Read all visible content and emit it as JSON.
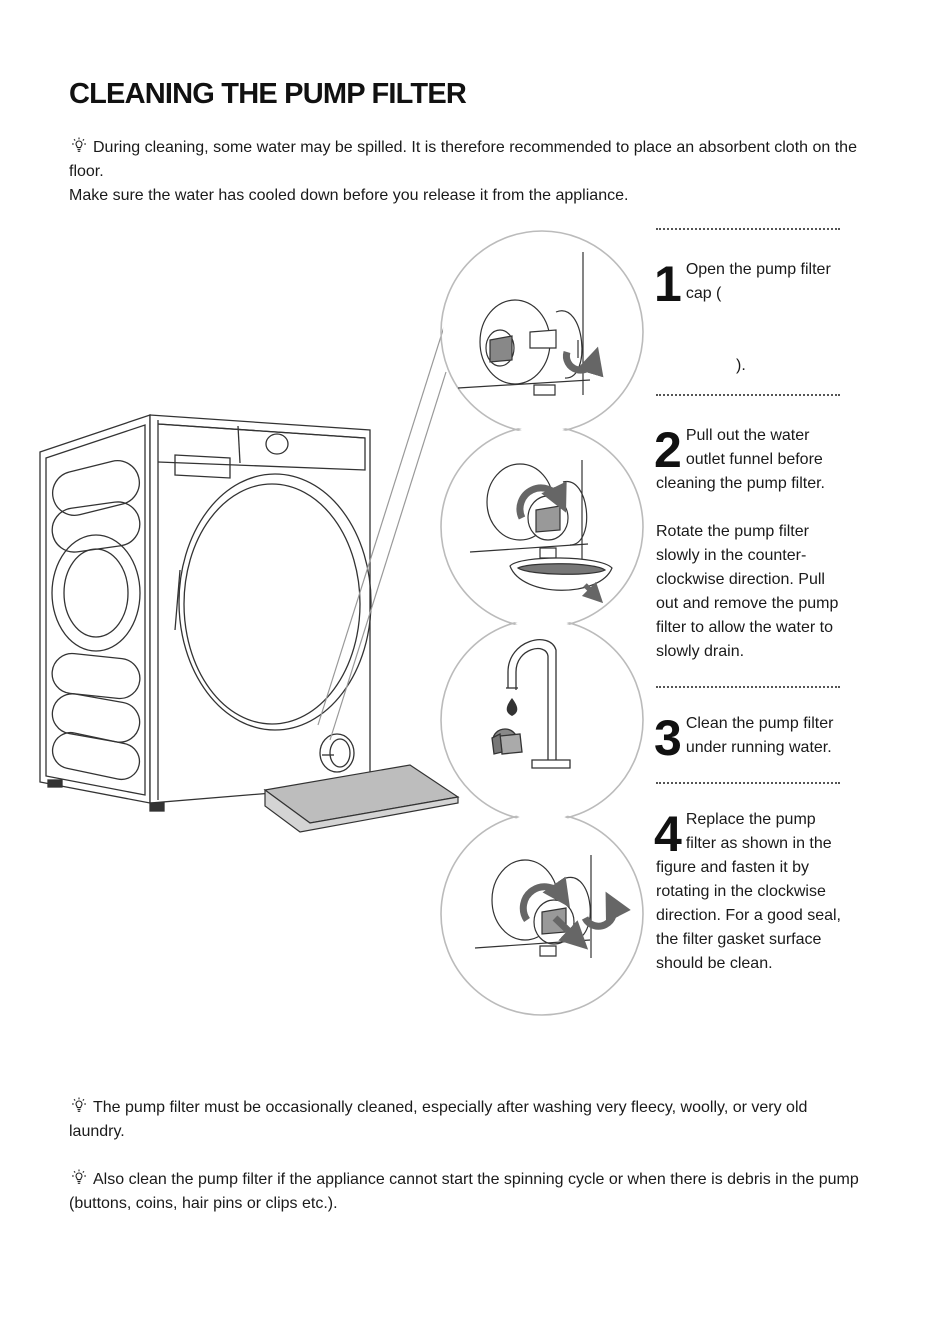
{
  "header": {
    "title": "CLEANING THE PUMP FILTER"
  },
  "intro": {
    "tip": "During cleaning, some water may be spilled. It is therefore recommended to place an absorbent cloth on the floor.",
    "note": "Make sure the water has cooled down before you release it from the appliance."
  },
  "steps": [
    {
      "number": "1",
      "text_a": "Open the pump filter cap (",
      "text_b": ")."
    },
    {
      "number": "2",
      "text": "Pull out the water outlet funnel before cleaning the pump filter.",
      "text_extra": "Rotate the pump filter slowly in the counter-clockwise direction. Pull out and remove the pump filter to allow the water to slowly drain."
    },
    {
      "number": "3",
      "text": "Clean the pump filter under running water."
    },
    {
      "number": "4",
      "text": "Replace the pump filter as shown in the figure and fasten it by rotating in the clockwise direction. For a good seal, the filter gasket surface should be clean."
    }
  ],
  "footer": {
    "tip1": "The pump filter must be occasionally cleaned, especially after washing very fleecy, woolly, or very old laundry.",
    "tip2": "Also clean the pump filter if the appliance cannot start the spinning cycle or when there is debris in the pump (buttons, coins, hair pins or clips etc.)."
  },
  "icons": {
    "tip": "lightbulb-icon",
    "arrow": "rotate-arrow-icon",
    "droplet": "water-drop-icon"
  },
  "colors": {
    "text": "#1a1a1a",
    "illustration_line": "#333333",
    "callout_circle": "#bbbbbb",
    "arrow_gray": "#666666"
  }
}
